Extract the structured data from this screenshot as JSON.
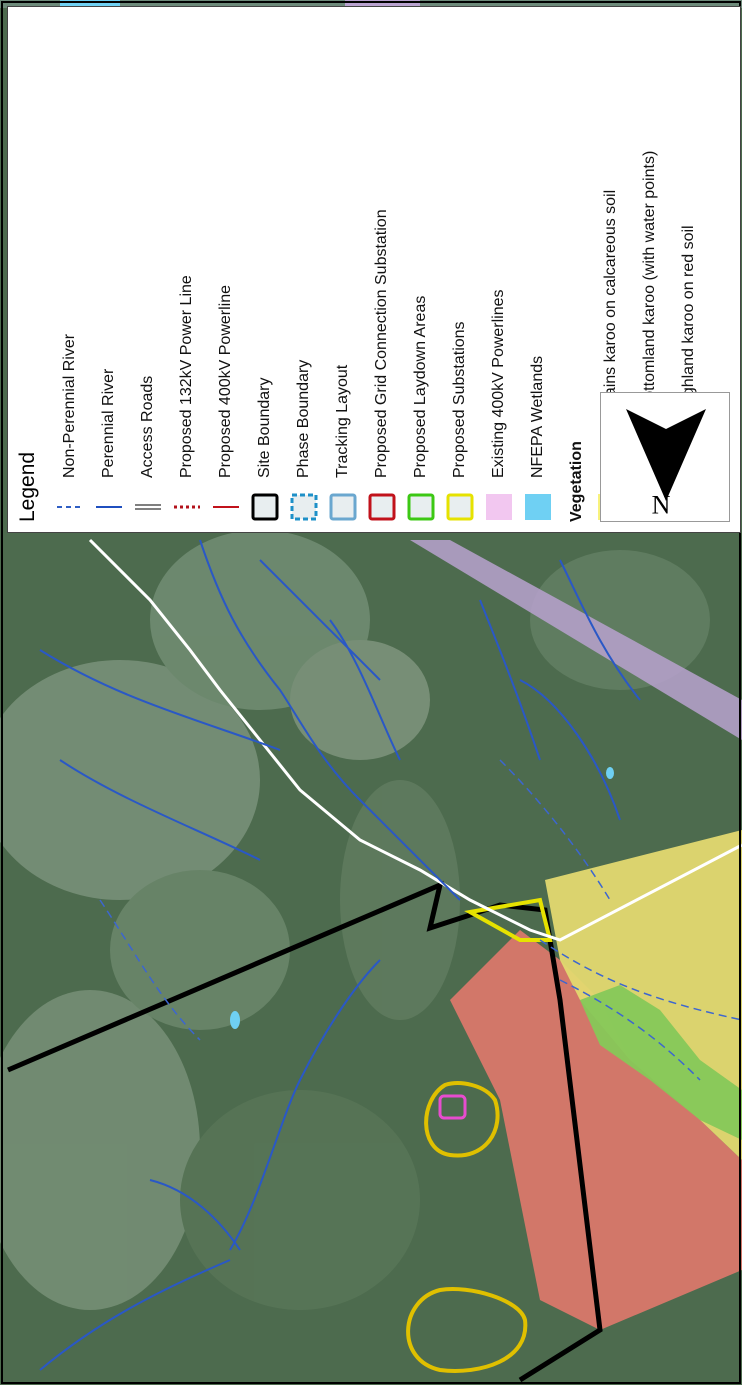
{
  "legend": {
    "title": "Legend",
    "items": [
      {
        "label": "Non-Perennial River",
        "symbol": "dashed-line",
        "color": "#2f5fc4"
      },
      {
        "label": "Perennial River",
        "symbol": "solid-line",
        "color": "#1f4fbf"
      },
      {
        "label": "Access Roads",
        "symbol": "double-line",
        "color": "#555555"
      },
      {
        "label": "Proposed 132kV Power Line",
        "symbol": "dotted-line",
        "color": "#b3121b"
      },
      {
        "label": "Proposed 400kV Powerline",
        "symbol": "solid-line",
        "color": "#c1121b"
      },
      {
        "label": "Site Boundary",
        "symbol": "box",
        "color": "#000000"
      },
      {
        "label": "Phase Boundary",
        "symbol": "dashed-box",
        "color": "#1e90c8"
      },
      {
        "label": "Tracking Layout",
        "symbol": "box",
        "color": "#6aa7cf"
      },
      {
        "label": "Proposed Grid Connection Substation",
        "symbol": "box",
        "color": "#c1121b"
      },
      {
        "label": "Proposed Laydown Areas",
        "symbol": "box",
        "color": "#3cc814"
      },
      {
        "label": "Proposed Substations",
        "symbol": "box",
        "color": "#e6e200"
      },
      {
        "label": "Existing 400kV Powerlines",
        "symbol": "fill",
        "color": "#f2c7f0"
      },
      {
        "label": "NFEPA Wetlands",
        "symbol": "fill",
        "color": "#6fd0f3"
      }
    ],
    "vegetation_heading": "Vegetation",
    "vegetation": [
      {
        "label": "Southern plains karoo on calcareous soil",
        "color": "#f8f27c"
      },
      {
        "label": "Southern bottomland karoo (with water points)",
        "color": "#9be86a"
      },
      {
        "label": "Southern highland karoo on red soil",
        "color": "#f08a86"
      }
    ]
  },
  "north_arrow": {
    "letter": "N"
  },
  "colors": {
    "imagery_base": "#4a6a4c",
    "plains_karoo": "#e3d970",
    "bottomland_karoo": "#86c858",
    "highland_karoo": "#d9786a",
    "laydown_outline": "#e0c000",
    "existing_400kv": "#b9a2cf",
    "river": "#2a58c6"
  }
}
